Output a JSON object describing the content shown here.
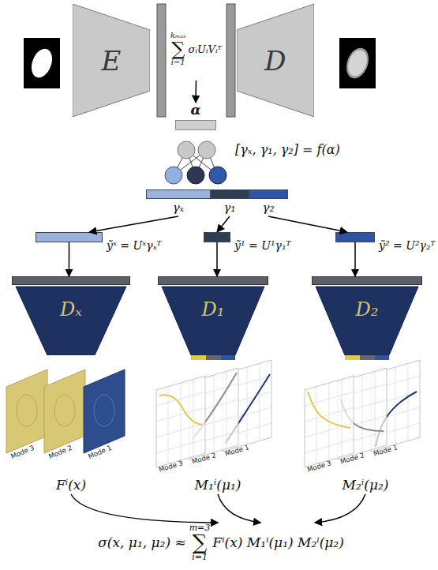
{
  "diagram": {
    "nodes": [
      {
        "text": [
          "E"
        ]
      },
      {
        "text": [
          "kₘₐₓ",
          "∑",
          "i=1",
          "σᵢUᵢVᵢᵀ"
        ]
      },
      {
        "text": [
          "D"
        ]
      },
      {
        "text": [
          "α"
        ]
      },
      {
        "text": [
          "γₓ"
        ]
      },
      {
        "text": [
          "γ₁"
        ]
      },
      {
        "text": [
          "γ₂"
        ]
      },
      {
        "text": [
          "ỹˣ = Uˣγₓᵀ"
        ]
      },
      {
        "text": [
          "ỹ¹ = U¹γ₁ᵀ"
        ]
      },
      {
        "text": [
          "ỹ² = U²γ₂ᵀ"
        ]
      },
      {
        "text": [
          "Dₓ"
        ]
      },
      {
        "text": [
          "D₁"
        ]
      },
      {
        "text": [
          "D₂"
        ]
      },
      {
        "text": [
          "Fⁱ(x)"
        ]
      },
      {
        "text": [
          "M₁ⁱ(μ₁)"
        ]
      },
      {
        "text": [
          "M₂ⁱ(μ₂)"
        ]
      },
      {
        "text": [
          "σ(x, μ₁, μ₂) ≈",
          "m=3",
          "∑",
          "i=1",
          "Fⁱ(x) M₁ⁱ(μ₁) M₂ⁱ(μ₂)"
        ]
      }
    ],
    "edges": [
      {
        "from": 1,
        "to": 3,
        "arrow": "to"
      },
      {
        "from": 4,
        "to": 7,
        "arrow": "to"
      },
      {
        "from": 5,
        "to": 8,
        "arrow": "to"
      },
      {
        "from": 6,
        "to": 9,
        "arrow": "to"
      },
      {
        "from": 7,
        "to": 10,
        "arrow": "to"
      },
      {
        "from": 8,
        "to": 11,
        "arrow": "to"
      },
      {
        "from": 9,
        "to": 12,
        "arrow": "to"
      },
      {
        "from": 13,
        "to": 16,
        "arrow": "to"
      },
      {
        "from": 14,
        "to": 16,
        "arrow": "to"
      },
      {
        "from": 15,
        "to": 16,
        "arrow": "to"
      }
    ],
    "labels": [
      "[γₓ, γ₁, γ₂] = f(α)",
      "Mode 3",
      "Mode 2",
      "Mode 1",
      "Mode 3",
      "Mode 2",
      "Mode 1",
      "Mode 3",
      "Mode 2",
      "Mode 1"
    ]
  }
}
